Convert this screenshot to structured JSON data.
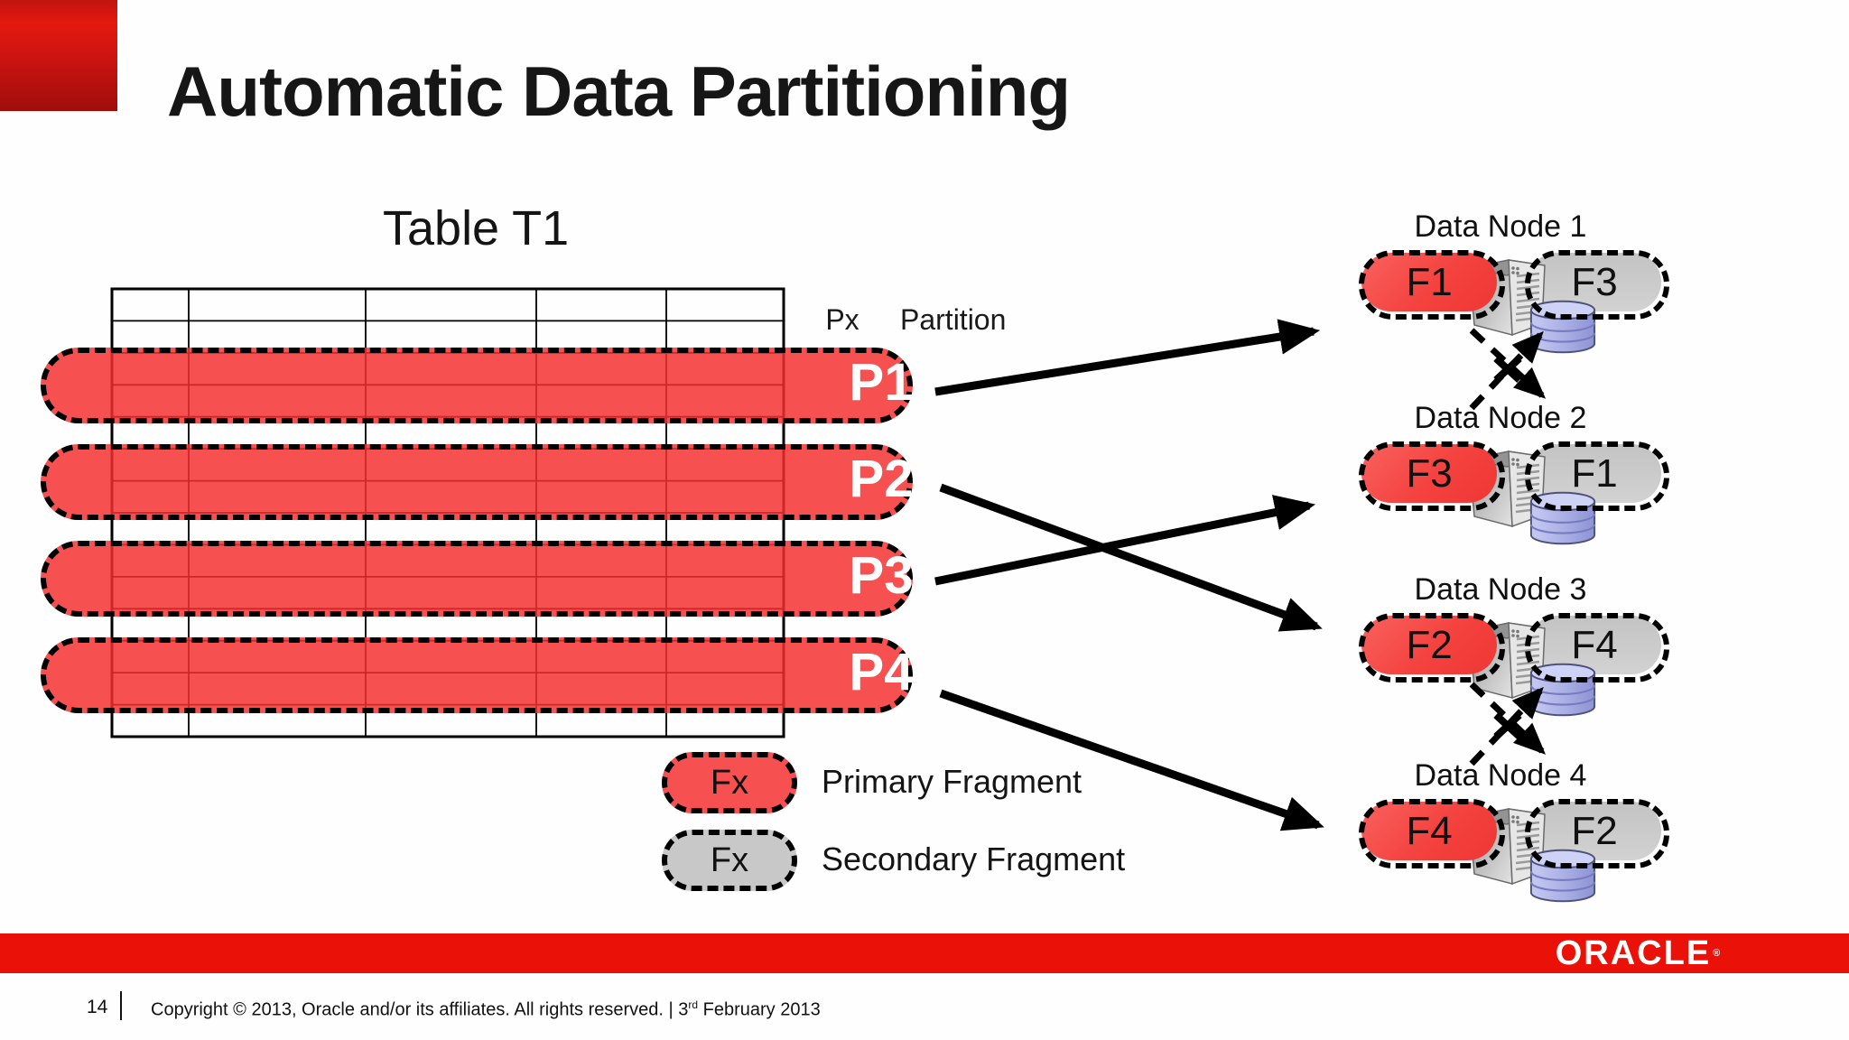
{
  "title": "Automatic Data Partitioning",
  "table": {
    "label": "Table T1"
  },
  "partition_header": {
    "px": "Px",
    "partition": "Partition"
  },
  "partitions": [
    {
      "label": "P1"
    },
    {
      "label": "P2"
    },
    {
      "label": "P3"
    },
    {
      "label": "P4"
    }
  ],
  "legend": {
    "primary_pill": "Fx",
    "primary_text": "Primary Fragment",
    "secondary_pill": "Fx",
    "secondary_text": "Secondary Fragment"
  },
  "data_nodes": [
    {
      "title": "Data Node 1",
      "primary": "F1",
      "secondary": "F3"
    },
    {
      "title": "Data Node 2",
      "primary": "F3",
      "secondary": "F1"
    },
    {
      "title": "Data Node 3",
      "primary": "F2",
      "secondary": "F4"
    },
    {
      "title": "Data Node 4",
      "primary": "F4",
      "secondary": "F2"
    }
  ],
  "footer": {
    "page": "14",
    "copyright_prefix": "Copyright © 2013, Oracle and/or its affiliates. All rights reserved. | 3",
    "date_sup": "rd",
    "copyright_suffix": " February 2013",
    "logo": "ORACLE",
    "logo_reg": "®"
  },
  "colors": {
    "primary_red_rgba": "rgba(244,48,46,0.84)",
    "secondary_gray": "#c8c8c8",
    "bar_red": "#ea1208",
    "corner_dark_red": "#a00d0b",
    "db_purple": "#a9aee4"
  }
}
